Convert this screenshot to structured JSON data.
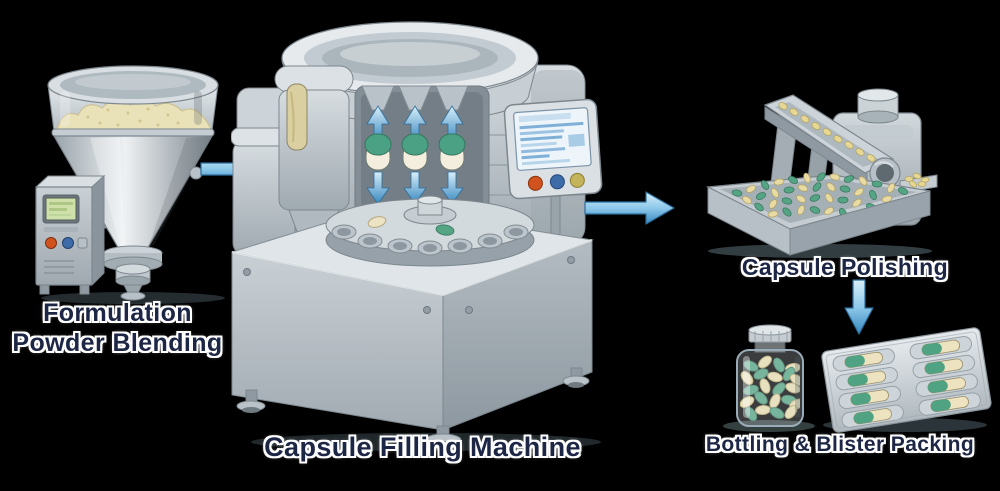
{
  "palette": {
    "background": "#000000",
    "label_text": "#1d2745",
    "label_outline": "#ffffff",
    "arrow_light": "#d8eef9",
    "arrow_mid": "#8ec9ea",
    "arrow_dark": "#3787bf",
    "arrow_stroke": "#2a6d9c",
    "steel_light": "#e8ecef",
    "steel_dark": "#8f99a1",
    "powder_beige": "#e9e1b8",
    "capsule_green": "#4ba183",
    "capsule_cream": "#f3eedd",
    "chute_capsule_yellow": "#e6d795",
    "screen_green": "#cfe0aa",
    "screen_blue": "#eef5fa",
    "button_red": "#d0531f",
    "button_blue": "#3e6ca9",
    "button_yellow": "#c3b35b"
  },
  "stages": {
    "blending": {
      "label_line1": "Formulation",
      "label_line2": "Powder Blending"
    },
    "filling": {
      "label": "Capsule Filling Machine"
    },
    "polishing": {
      "label": "Capsule Polishing"
    },
    "packing": {
      "label": "Bottling & Blister Packing"
    }
  },
  "flow": {
    "arrows": [
      {
        "name": "blending-to-filling",
        "direction": "right"
      },
      {
        "name": "filling-to-polishing",
        "direction": "right"
      },
      {
        "name": "polishing-to-packing",
        "direction": "down"
      }
    ]
  }
}
